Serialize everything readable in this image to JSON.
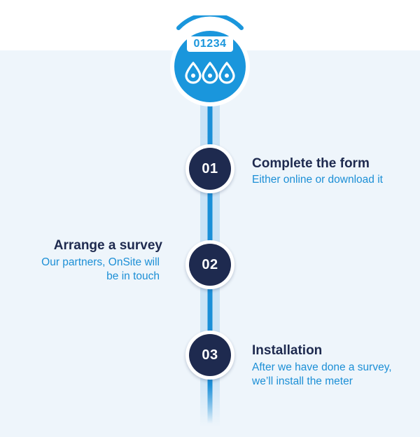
{
  "meter": {
    "reading": "01234",
    "icon": "water-drops-icon",
    "colors": {
      "primary": "#1a96dc",
      "arc": "#1a96dc"
    }
  },
  "steps": [
    {
      "number": "01",
      "title": "Complete the form",
      "description": [
        "Either online or download it"
      ]
    },
    {
      "number": "02",
      "title": "Arrange a survey",
      "description": [
        "Our partners, OnSite will",
        "be in touch"
      ]
    },
    {
      "number": "03",
      "title": "Installation",
      "description": [
        "After we have done a survey,",
        "we’ll install the meter"
      ]
    }
  ],
  "colors": {
    "navy": "#1e2a4f",
    "accent_blue": "#1c8fd6",
    "track_light": "#b9dcf5",
    "background": "#eef5fb"
  }
}
